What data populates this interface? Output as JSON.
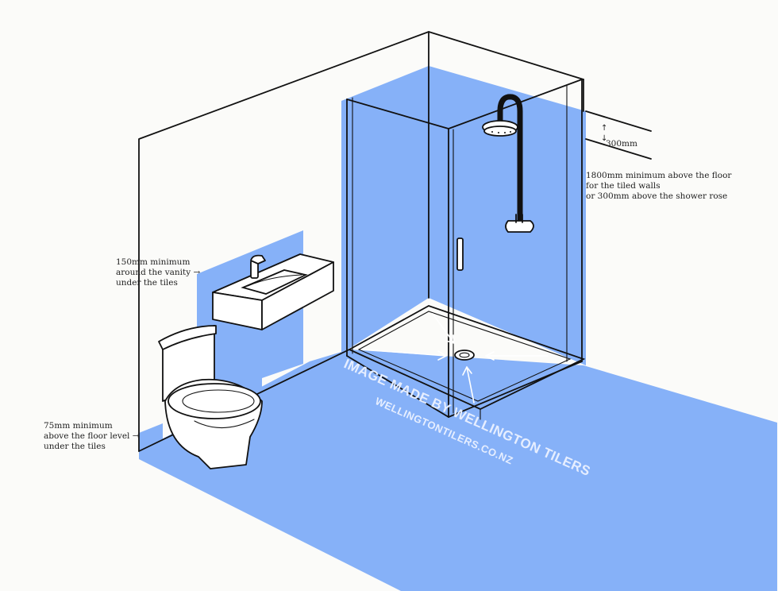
{
  "colors": {
    "waterproofing": "#86b1f8",
    "line": "#111111",
    "background": "#fbfbf9",
    "fixture_fill": "#ffffff",
    "watermark": "#e6eeff"
  },
  "annotations": {
    "vanity": {
      "lines": [
        "150mm minimum",
        "around the vanity →",
        "under the tiles"
      ]
    },
    "floor": {
      "lines": [
        "75mm minimum",
        "above the floor level →",
        "under the tiles"
      ]
    },
    "walls": {
      "lines": [
        "1800mm minimum above the floor",
        "for the tiled walls",
        "or 300mm above the shower rose"
      ]
    },
    "rose_gap": {
      "label": "300mm",
      "arrow_up": "↑",
      "arrow_down": "↓"
    }
  },
  "watermark": {
    "line1": "IMAGE MADE BY WELLINGTON TILERS",
    "line2": "WELLINGTONTILERS.CO.NZ"
  },
  "icons": [
    "toilet-icon",
    "vanity-basin-icon",
    "tap-icon",
    "shower-rose-icon",
    "shower-mixer-icon",
    "floor-drain-icon",
    "door-handle-icon"
  ]
}
